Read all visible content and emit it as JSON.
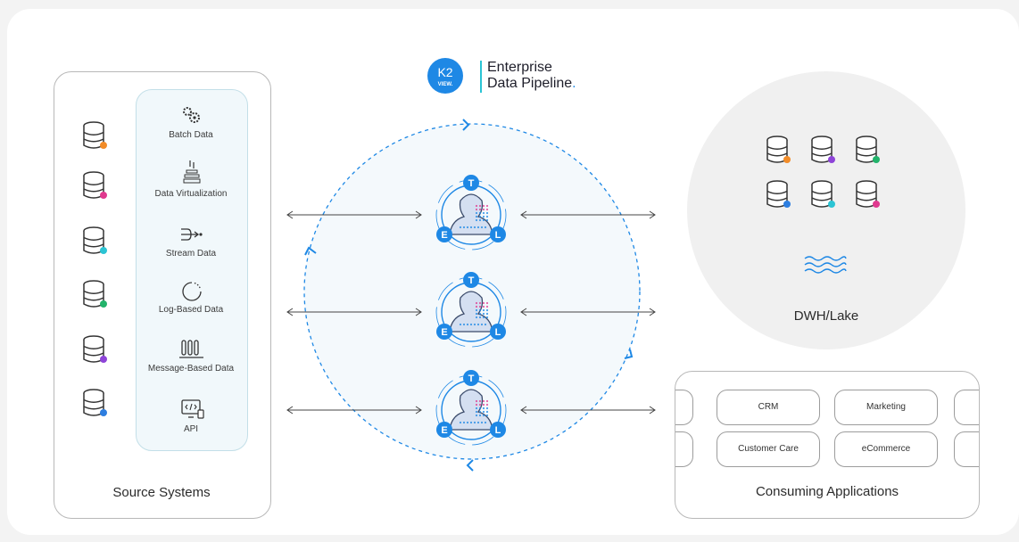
{
  "logo": {
    "badge_top": "K2",
    "badge_bottom": "VIEW.",
    "line1": "Enterprise",
    "line2": "Data Pipeline",
    "line2_dot": "."
  },
  "source": {
    "title": "Source Systems",
    "db_dot_colors": [
      "#f28c28",
      "#e0398f",
      "#2bc4d4",
      "#22b36b",
      "#8e44d8",
      "#2d7ee0"
    ],
    "ingest_types": [
      {
        "label": "Batch Data",
        "icon": "gears-icon"
      },
      {
        "label": "Data Virtualization",
        "icon": "stack-icon"
      },
      {
        "label": "Stream Data",
        "icon": "stream-icon"
      },
      {
        "label": "Log-Based Data",
        "icon": "log-circle-icon"
      },
      {
        "label": "Message-Based Data",
        "icon": "message-columns-icon"
      },
      {
        "label": "API",
        "icon": "code-monitor-icon"
      }
    ]
  },
  "pipeline": {
    "stages": [
      {
        "t": "T",
        "e": "E",
        "l": "L"
      },
      {
        "t": "T",
        "e": "E",
        "l": "L"
      },
      {
        "t": "T",
        "e": "E",
        "l": "L"
      }
    ],
    "accent": "#1e88e5"
  },
  "dwh": {
    "title": "DWH/Lake",
    "db_dot_colors": [
      "#f28c28",
      "#8e44d8",
      "#22b36b",
      "#2d7ee0",
      "#2bc4d4",
      "#e0398f"
    ]
  },
  "apps": {
    "title": "Consuming Applications",
    "items": [
      "CRM",
      "Marketing",
      "Customer Care",
      "eCommerce"
    ]
  }
}
